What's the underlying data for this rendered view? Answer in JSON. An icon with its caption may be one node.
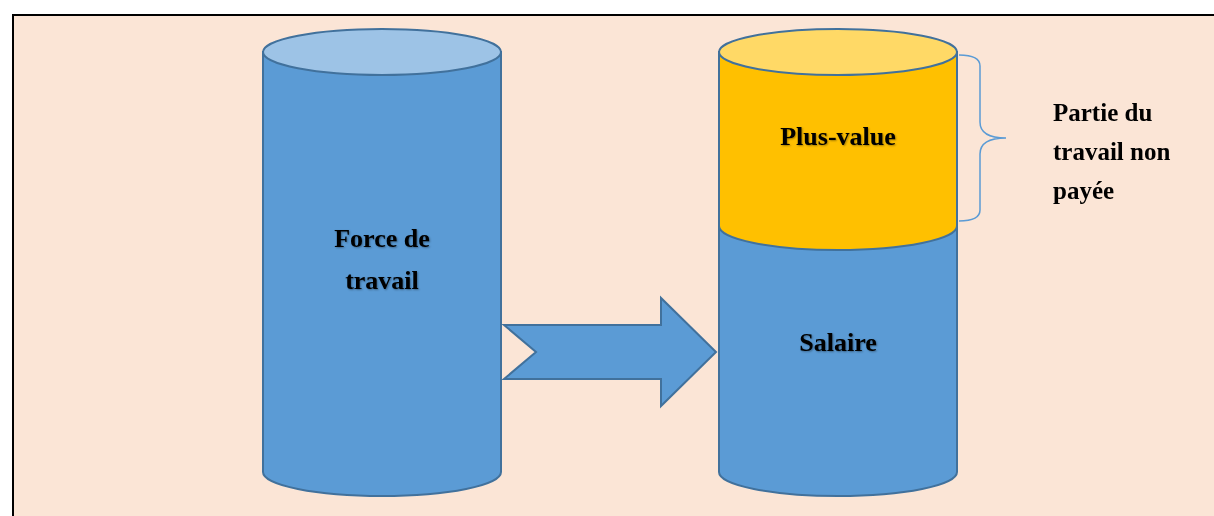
{
  "diagram": {
    "nodes": [
      {
        "text": [
          "Force de travail"
        ]
      },
      {
        "text": [
          "Plus-value"
        ],
        "beside": [
          "Partie du travail non payée"
        ]
      },
      {
        "text": [
          "Salaire"
        ]
      }
    ],
    "edges": [
      {
        "from": 0,
        "to": 2,
        "arrow": "to"
      }
    ]
  }
}
